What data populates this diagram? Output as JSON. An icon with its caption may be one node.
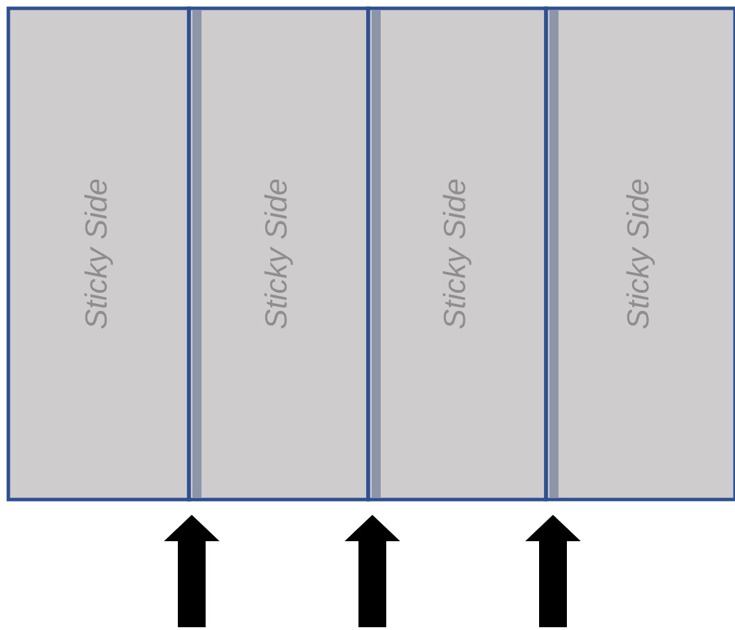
{
  "diagram": {
    "nodes": [
      {
        "text": [
          "Sticky Side"
        ]
      },
      {
        "text": [
          "Sticky Side"
        ]
      },
      {
        "text": [
          "Sticky Side"
        ]
      },
      {
        "text": [
          "Sticky Side"
        ]
      }
    ]
  }
}
